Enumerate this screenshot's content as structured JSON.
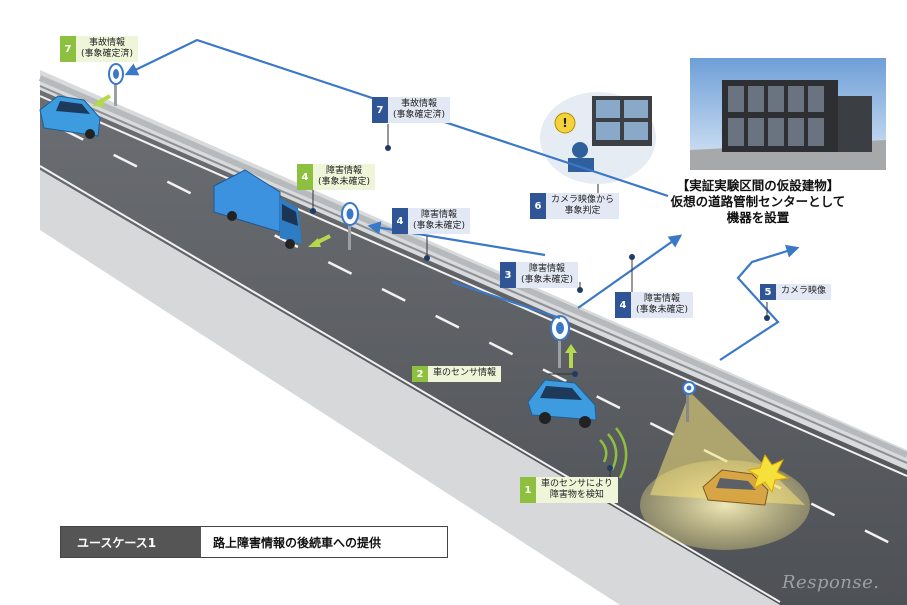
{
  "labels": {
    "l7_top": {
      "num": "7",
      "line1": "事故情報",
      "line2": "(事象確定済)"
    },
    "l7_mid": {
      "num": "7",
      "line1": "事故情報",
      "line2": "(事象確定済)"
    },
    "l4_left": {
      "num": "4",
      "line1": "障害情報",
      "line2": "(事象未確定)"
    },
    "l4_mid": {
      "num": "4",
      "line1": "障害情報",
      "line2": "(事象未確定)"
    },
    "l6": {
      "num": "6",
      "line1": "カメラ映像から",
      "line2": "事象判定"
    },
    "l3": {
      "num": "3",
      "line1": "障害情報",
      "line2": "(事象未確定)"
    },
    "l4_right": {
      "num": "4",
      "line1": "障害情報",
      "line2": "(事象未確定)"
    },
    "l5": {
      "num": "5",
      "line1": "カメラ映像"
    },
    "l2": {
      "num": "2",
      "line1": "車のセンサ情報"
    },
    "l1": {
      "num": "1",
      "line1": "車のセンサにより",
      "line2": "障害物を検知"
    }
  },
  "building": {
    "line1": "【実証実験区間の仮設建物】",
    "line2": "仮想の道路管制センターとして",
    "line3": "機器を設置"
  },
  "use_case": {
    "label": "ユースケース1",
    "title": "路上障害情報の後続車への提供"
  },
  "watermark": "Response.",
  "colors": {
    "arrow": "#3a78c8",
    "green": "#8dc03f",
    "navy": "#2f5597",
    "road": "#5f6266"
  }
}
